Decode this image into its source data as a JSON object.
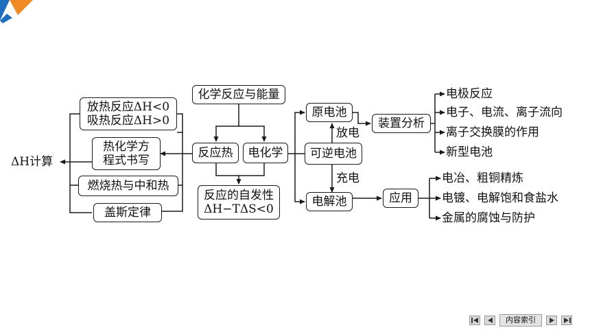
{
  "diagram": {
    "root": "化学反应与能量",
    "heat": "反应热",
    "electro": "电化学",
    "exo": "放热反应ΔH<0",
    "endo": "吸热反应ΔH>0",
    "thermo_line1": "热化学方",
    "thermo_line2": "程式书写",
    "combustion": "燃烧热与中和热",
    "hess": "盖斯定律",
    "dh_calc": "ΔH计算",
    "spontaneity_line1": "反应的自发性",
    "spontaneity_line2": "ΔH−TΔS<0",
    "reversible": "可逆电池",
    "discharge": "放电",
    "charge": "充电",
    "galvanic": "原电池",
    "electrolytic": "电解池",
    "device_analysis": "装置分析",
    "application": "应用",
    "device_items": [
      "电极反应",
      "电子、电流、离子流向",
      "离子交换膜的作用",
      "新型电池"
    ],
    "application_items": [
      "电冶、粗铜精炼",
      "电镀、电解饱和食盐水",
      "金属的腐蚀与防护"
    ]
  },
  "nav": {
    "contents_label": "内容索引"
  },
  "colors": {
    "corner_orange": "#f08a24",
    "corner_blue": "#1f6fbf",
    "line": "#1a1a1a"
  }
}
